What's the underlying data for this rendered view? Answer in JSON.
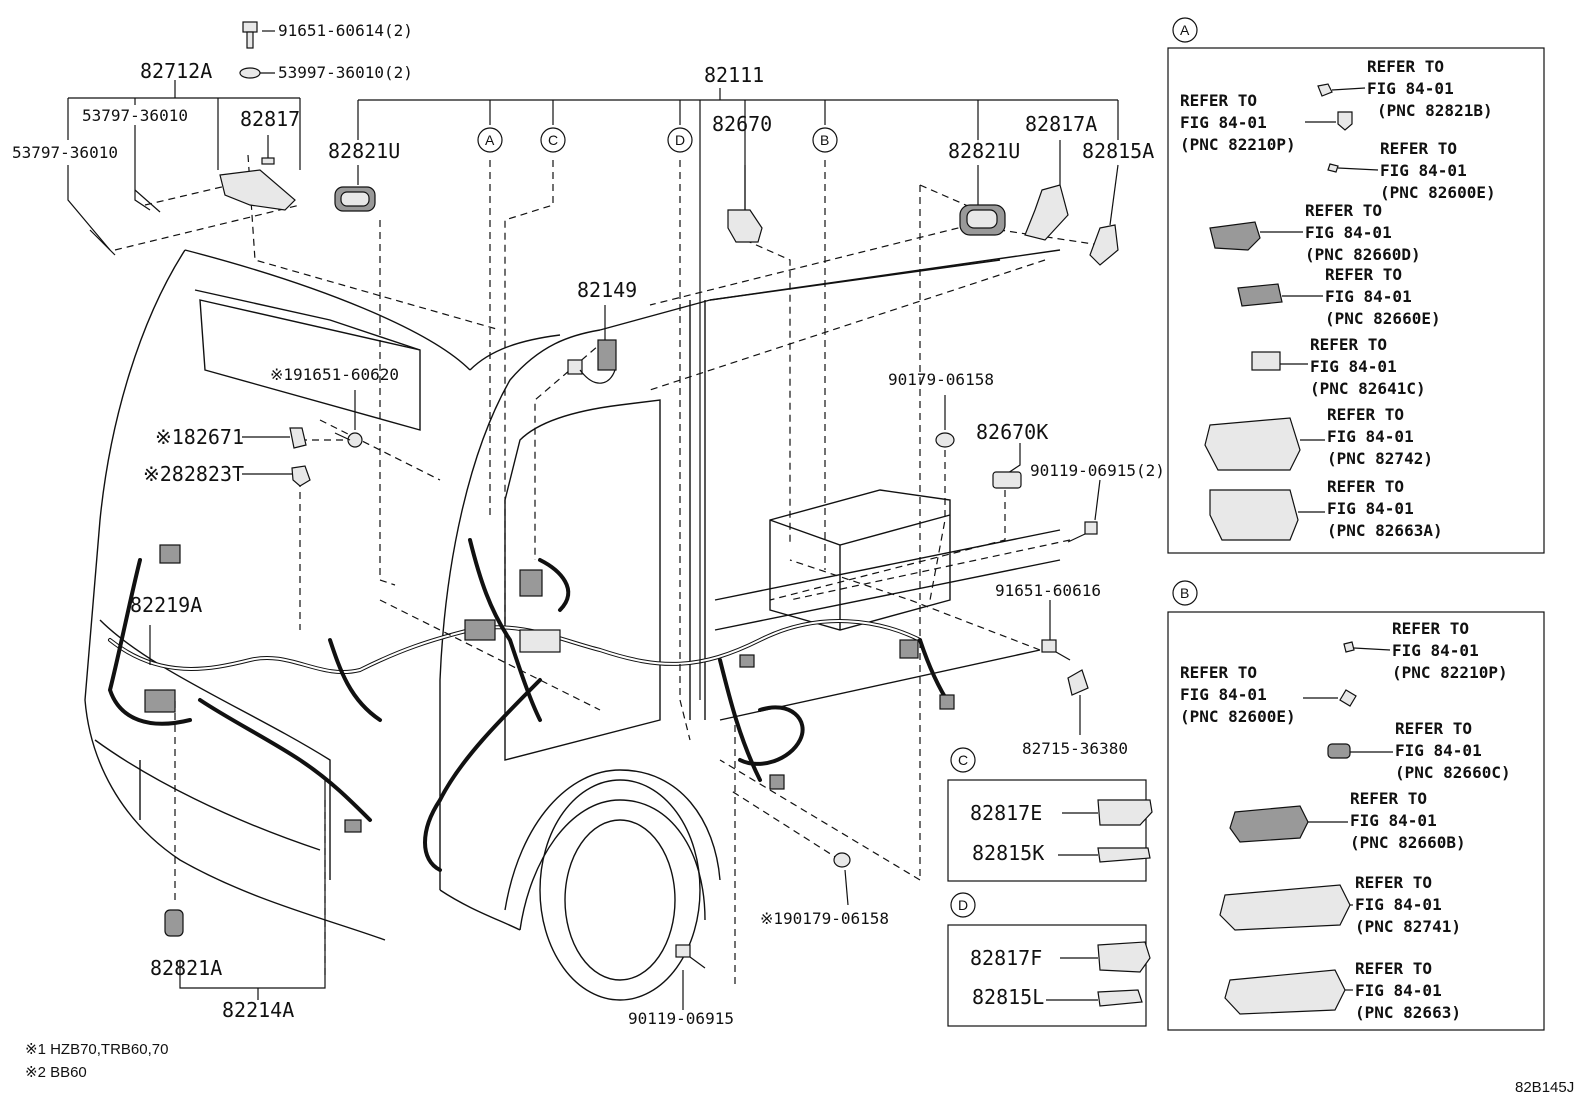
{
  "main_labels": {
    "p82712A": "82712A",
    "p91651_60614": "91651-60614(2)",
    "p53997_36010": "53997-36010(2)",
    "p53797_36010_a": "53797-36010",
    "p82817": "82817",
    "p53797_36010_b": "53797-36010",
    "p82821U_left": "82821U",
    "p82111": "82111",
    "p82670": "82670",
    "p82817A": "82817A",
    "p82821U_right": "82821U",
    "p82815A": "82815A",
    "p82149": "82149",
    "p91651_60620": "※191651-60620",
    "p90179_06158_top": "90179-06158",
    "p82671": "※182671",
    "p82670K": "82670K",
    "p82823T": "※282823T",
    "p90119_06915_2": "90119-06915(2)",
    "p82219A": "82219A",
    "p91651_60616": "91651-60616",
    "p82715_36380": "82715-36380",
    "p90179_06158_bottom": "※190179-06158",
    "p82821A": "82821A",
    "p82214A": "82214A",
    "p90119_06915": "90119-06915"
  },
  "circle_markers": {
    "A": "A",
    "B": "B",
    "C": "C",
    "D": "D"
  },
  "box_A": {
    "marker": "A",
    "refs": [
      {
        "l1": "REFER TO",
        "l2": "FIG 84-01",
        "l3": "(PNC 82821B)"
      },
      {
        "l1": "REFER TO",
        "l2": "FIG 84-01",
        "l3": "(PNC 82210P)"
      },
      {
        "l1": "REFER TO",
        "l2": "FIG 84-01",
        "l3": "(PNC 82600E)"
      },
      {
        "l1": "REFER TO",
        "l2": "FIG 84-01",
        "l3": "(PNC 82660D)"
      },
      {
        "l1": "REFER TO",
        "l2": "FIG 84-01",
        "l3": "(PNC 82660E)"
      },
      {
        "l1": "REFER TO",
        "l2": "FIG 84-01",
        "l3": "(PNC 82641C)"
      },
      {
        "l1": "REFER TO",
        "l2": "FIG 84-01",
        "l3": "(PNC 82742)"
      },
      {
        "l1": "REFER TO",
        "l2": "FIG 84-01",
        "l3": "(PNC 82663A)"
      }
    ]
  },
  "box_B": {
    "marker": "B",
    "refs": [
      {
        "l1": "REFER TO",
        "l2": "FIG 84-01",
        "l3": "(PNC 82210P)"
      },
      {
        "l1": "REFER TO",
        "l2": "FIG 84-01",
        "l3": "(PNC 82600E)"
      },
      {
        "l1": "REFER TO",
        "l2": "FIG 84-01",
        "l3": "(PNC 82660C)"
      },
      {
        "l1": "REFER TO",
        "l2": "FIG 84-01",
        "l3": "(PNC 82660B)"
      },
      {
        "l1": "REFER TO",
        "l2": "FIG 84-01",
        "l3": "(PNC 82741)"
      },
      {
        "l1": "REFER TO",
        "l2": "FIG 84-01",
        "l3": "(PNC 82663)"
      }
    ]
  },
  "box_C": {
    "marker": "C",
    "item1": "82817E",
    "item2": "82815K"
  },
  "box_D": {
    "marker": "D",
    "item1": "82817F",
    "item2": "82815L"
  },
  "notes": {
    "note1": "※1 HZB70,TRB60,70",
    "note2": "※2 BB60"
  },
  "figure_code": "82B145J"
}
